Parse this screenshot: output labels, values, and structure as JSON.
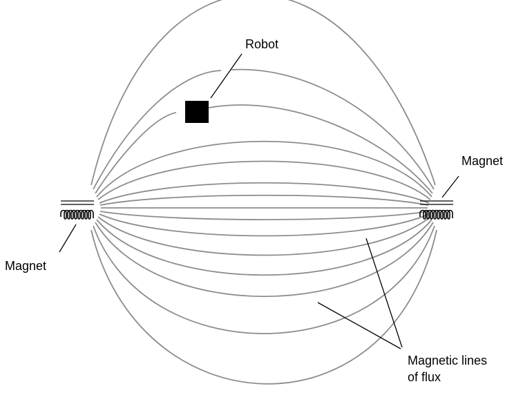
{
  "labels": {
    "robot": "Robot",
    "magnet_right": "Magnet",
    "magnet_left": "Magnet",
    "flux_line1": "Magnetic lines",
    "flux_line2": "of flux"
  },
  "colors": {
    "flux_lines": "#8c8c8c",
    "ink": "#000000",
    "background": "#ffffff"
  }
}
